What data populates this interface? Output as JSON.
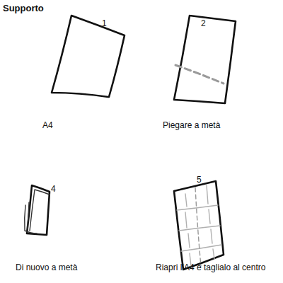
{
  "diagram": {
    "title": "Supporto",
    "labels": [
      "1",
      "A4",
      "2",
      "Piegare a metà",
      "4",
      "Di nuovo a metà",
      "5",
      "Riapri l’A4 e taglialo al centro"
    ]
  }
}
